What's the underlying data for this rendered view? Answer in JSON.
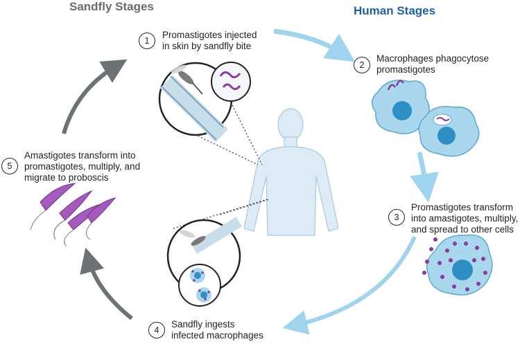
{
  "headers": {
    "sandfly": "Sandfly Stages",
    "human": "Human Stages"
  },
  "steps": [
    {
      "number": "1",
      "text": [
        "Promastigotes injected",
        "in skin by sandfly bite"
      ]
    },
    {
      "number": "2",
      "text": [
        "Macrophages phagocytose",
        "promastigotes"
      ]
    },
    {
      "number": "3",
      "text": [
        "Promastigotes transform",
        "into amastigotes, multiply,",
        "and spread to other cells"
      ]
    },
    {
      "number": "4",
      "text": [
        "Sandfly ingests",
        "infected macrophages"
      ]
    },
    {
      "number": "5",
      "text": [
        "Amastigotes transform into",
        "promastigotes, multiply, and",
        "migrate to proboscis"
      ]
    }
  ],
  "colors": {
    "sandfly_header": "#6b6b6b",
    "human_header": "#1f5fa8",
    "sandfly_arrow": "#6d7275",
    "human_arrow": "#9fd4ef",
    "cell_fill": "#a9d8ee",
    "nucleus": "#2e8fc4",
    "parasite": "#8a3a9e",
    "body": "#dcebf5"
  }
}
